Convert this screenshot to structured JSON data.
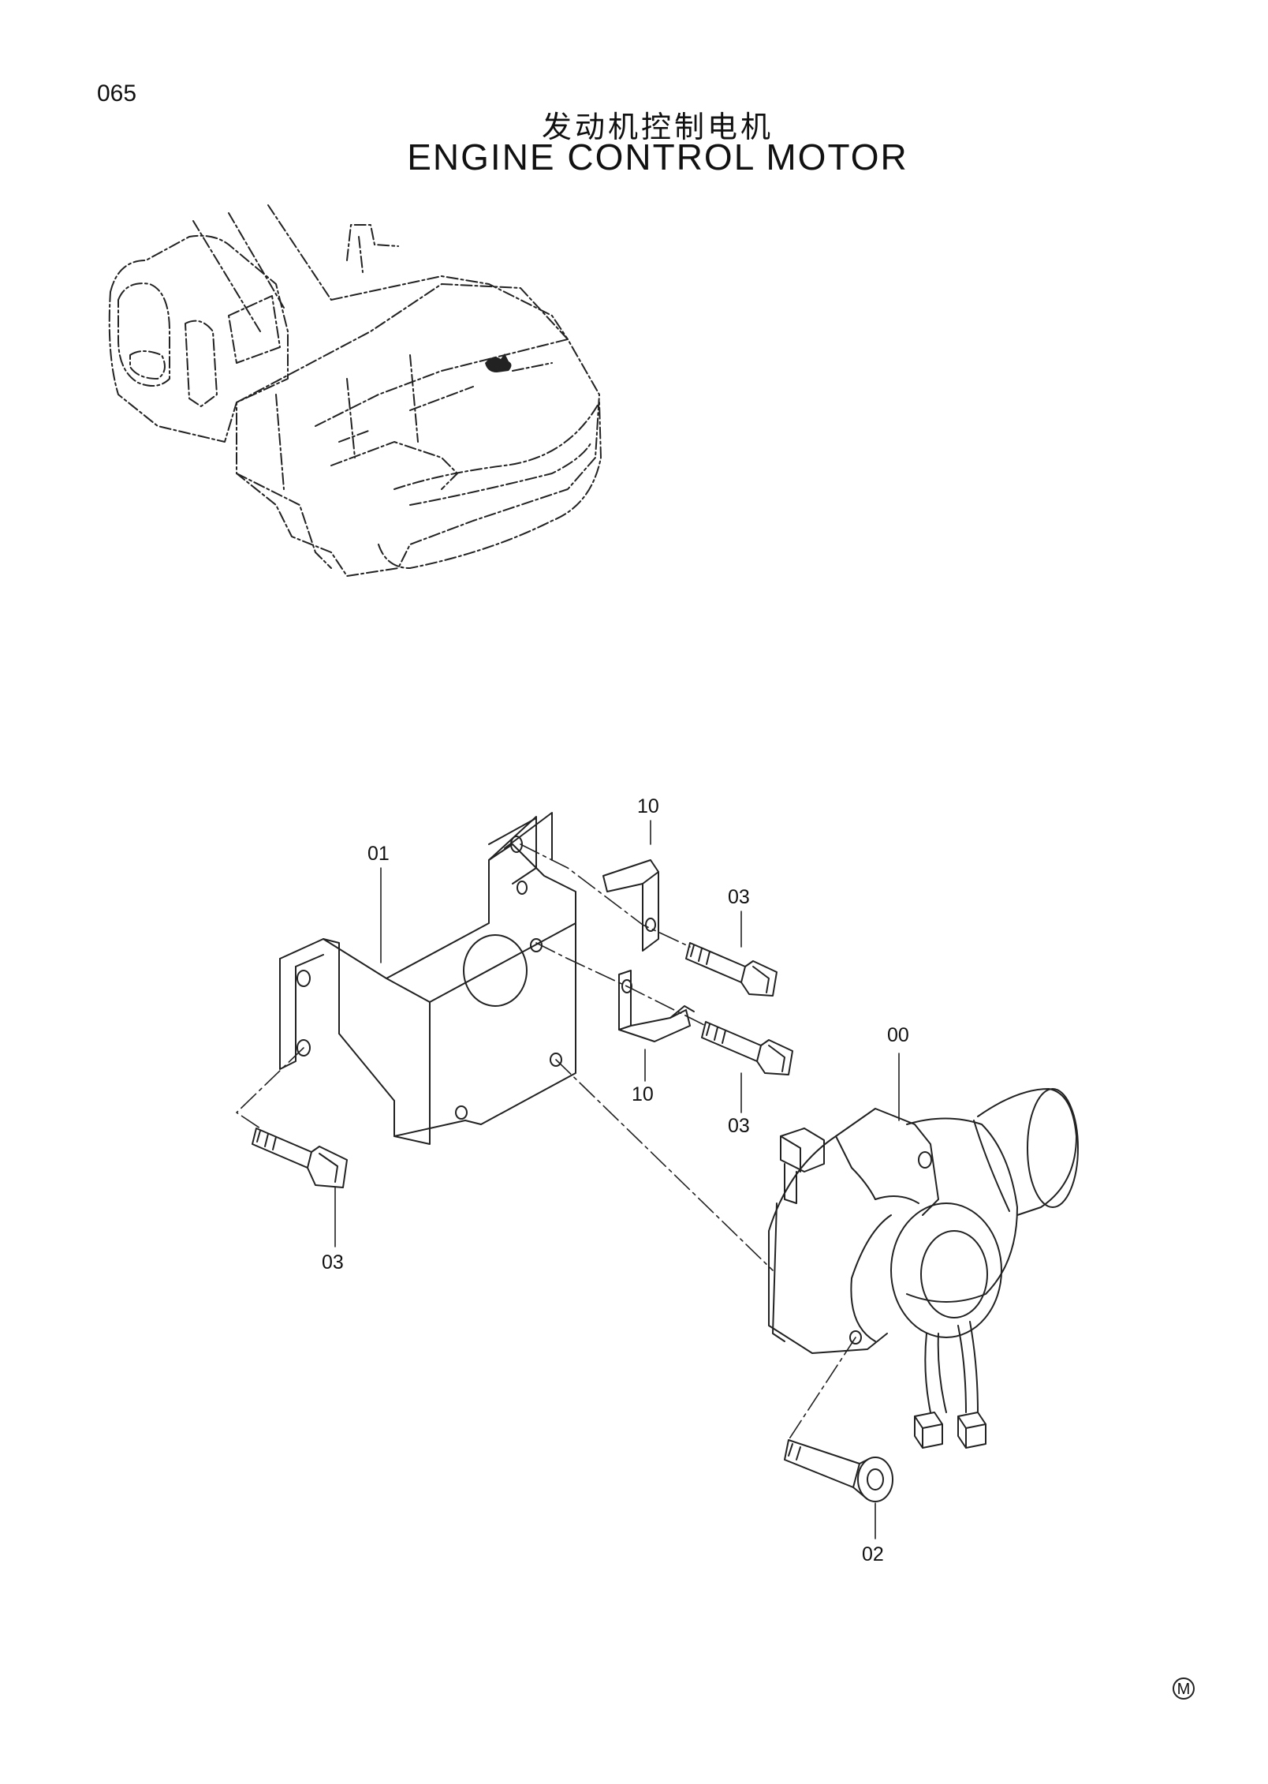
{
  "page": {
    "number": "065",
    "title_cn": "发动机控制电机",
    "title_en": "ENGINE CONTROL MOTOR",
    "marker": "M"
  },
  "callouts": {
    "c00": "00",
    "c01": "01",
    "c02": "02",
    "c03a": "03",
    "c03b": "03",
    "c03c": "03",
    "c10a": "10",
    "c10b": "10"
  }
}
